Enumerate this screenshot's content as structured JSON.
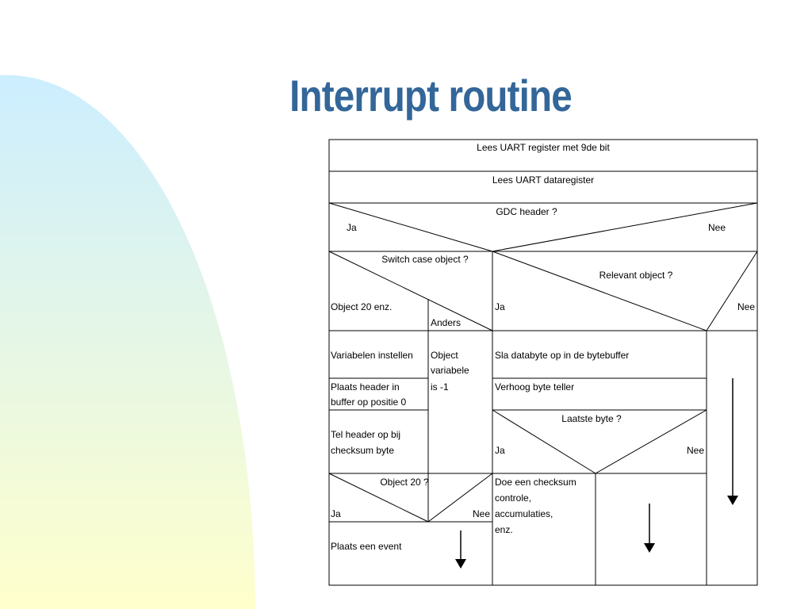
{
  "slide": {
    "title": "Interrupt routine",
    "title_color": "#336699"
  },
  "background": {
    "gradient_top": "#cceeff",
    "gradient_bottom": "#ffffcc"
  },
  "diagram": {
    "type": "nassi-shneiderman",
    "steps": {
      "read_uart_9th_bit": "Lees UART register met 9de bit",
      "read_uart_data": "Lees UART dataregister"
    },
    "decision_gdc": {
      "question": "GDC header ?",
      "yes": "Ja",
      "no": "Nee"
    },
    "switch_case": {
      "question": "Switch case object ?",
      "case_20": "Object 20 enz.",
      "default": "Anders",
      "case_20_actions": [
        "Variabelen instellen",
        "Plaats header in",
        "buffer op positie 0",
        "Tel header op bij",
        "checksum byte"
      ],
      "default_action": [
        "Object",
        "variabele",
        "is -1"
      ]
    },
    "decision_object20": {
      "question": "Object 20 ?",
      "yes": "Ja",
      "no": "Nee",
      "yes_action": "Plaats een event"
    },
    "decision_relevant": {
      "question": "Relevant object ?",
      "yes": "Ja",
      "no": "Nee"
    },
    "relevant_actions": {
      "store": "Sla databyte op in de bytebuffer",
      "increment": "Verhoog byte teller"
    },
    "decision_last_byte": {
      "question": "Laatste byte ?",
      "yes": "Ja",
      "no": "Nee",
      "yes_action": [
        "Doe een checksum",
        "controle,",
        "accumulaties,",
        "enz."
      ]
    }
  }
}
